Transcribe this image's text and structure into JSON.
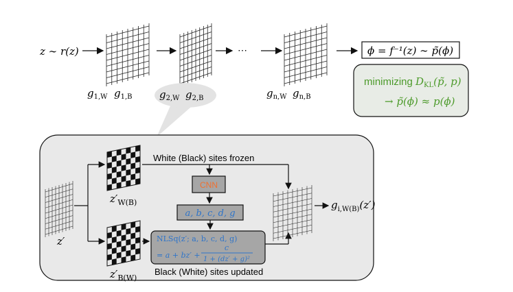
{
  "top_flow": {
    "input_label": "z ∼ r(z)",
    "ellipsis": "⋯",
    "output_box": "ϕ = f⁻¹(z) ∼ p̃(ϕ)",
    "layers": [
      {
        "w": "g",
        "w_sub": "1,W",
        "b": "g",
        "b_sub": "1,B"
      },
      {
        "w": "g",
        "w_sub": "2,W",
        "b": "g",
        "b_sub": "2,B"
      },
      {
        "w": "g",
        "w_sub": "n,W",
        "b": "g",
        "b_sub": "n,B"
      }
    ]
  },
  "kl_box": {
    "line1_prefix": "minimizing ",
    "line1_math": "D",
    "line1_sub": "KL",
    "line1_args": "(p̃, p)",
    "line2": "→ p̃(ϕ) ≈ p(ϕ)"
  },
  "detail": {
    "input_label": "z′",
    "mask_w_label": "z′",
    "mask_w_sub": "W(B)",
    "mask_b_label": "z′",
    "mask_b_sub": "B(W)",
    "frozen_label": "White (Black) sites frozen",
    "cnn_label": "CNN",
    "params_label": "a, b, c, d, g",
    "nlsq_line1": "NLSq(z′; a, b, c, d, g)",
    "nlsq_line2_a": "= a + bz′ +",
    "nlsq_frac_num": "c",
    "nlsq_frac_den": "1 + (dz′ + g)²",
    "updated_label": "Black (White) sites updated",
    "output_label": "g",
    "output_sub": "i,W(B)",
    "output_args": "(z′)"
  },
  "colors": {
    "green": "#4c9a2a",
    "blue": "#2e74c9",
    "orange": "#f07030",
    "panel_fill": "#e9e9e9",
    "box_gray": "#a6a6a6",
    "kl_fill": "#e8ece6"
  }
}
